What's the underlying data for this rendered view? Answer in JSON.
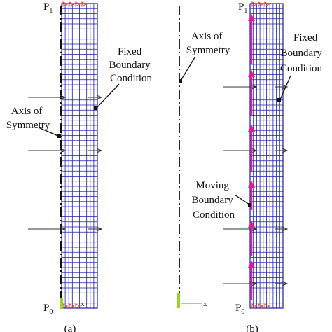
{
  "colors": {
    "mesh": "#1d1da6",
    "mesh_fill": "#ffffff",
    "arrow": "#333333",
    "moving_arrow": "#e8198f",
    "axis_line": "#111111",
    "p1_marker": "#e2463c",
    "p0_marker": "#e2463c",
    "support_marker": "#9cd02a"
  },
  "panel_a": {
    "label": "(a)",
    "p1": "P",
    "p1_sub": "1",
    "p0": "P",
    "p0_sub": "0",
    "fixed_label_line1": "Fixed",
    "fixed_label_line2": "Boundary",
    "fixed_label_line3": "Condition",
    "axis_label_line1": "Axis of",
    "axis_label_line2": "Symmetry"
  },
  "panel_b": {
    "label": "(b)",
    "p1": "P",
    "p1_sub": "1",
    "p0": "P",
    "p0_sub": "0",
    "axis_label_line1": "Axis of",
    "axis_label_line2": "Symmetry",
    "fixed_label_line1": "Fixed",
    "fixed_label_line2": "Boundary",
    "fixed_label_line3": "Condition",
    "moving_label_line1": "Moving",
    "moving_label_line2": "Boundary",
    "moving_label_line3": "Condition"
  },
  "coord_glyph": "x"
}
